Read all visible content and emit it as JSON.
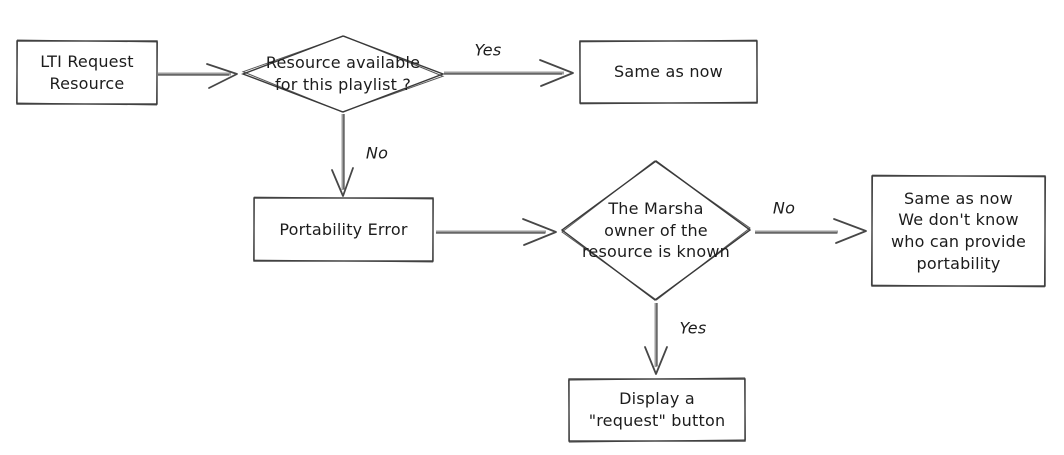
{
  "canvas": {
    "background": "#ffffff",
    "shape_stroke_color": "#3a3a3a",
    "arrow_color": "#474747",
    "text_color": "#1c1c1c"
  },
  "nodes": {
    "lti_request": {
      "label": "LTI Request\nResource"
    },
    "decision_resource_available": {
      "label": "Resource available\nfor this playlist ?"
    },
    "same_as_now": {
      "label": "Same as now"
    },
    "portability_error": {
      "label": "Portability Error"
    },
    "decision_owner_known": {
      "label": "The Marsha\nowner of the\nresource is known"
    },
    "same_as_now_no_portability": {
      "label": "Same as now\nWe don't know\nwho can provide\nportability"
    },
    "display_request_button": {
      "label": "Display a\n\"request\" button"
    }
  },
  "edge_labels": {
    "resource_available_yes": "Yes",
    "resource_available_no": "No",
    "owner_known_no": "No",
    "owner_known_yes": "Yes"
  }
}
